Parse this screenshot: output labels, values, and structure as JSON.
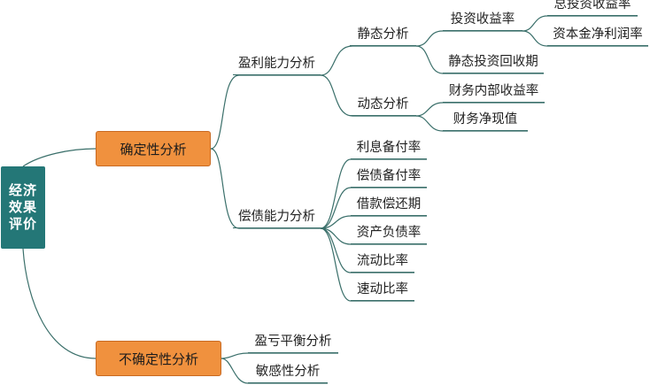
{
  "root": "经济效果评价",
  "branches": {
    "certain": "确定性分析",
    "uncertain": "不确定性分析"
  },
  "certain": {
    "profit": "盈利能力分析",
    "solvency": "偿债能力分析"
  },
  "profit": {
    "static": "静态分析",
    "dynamic": "动态分析"
  },
  "static": {
    "roi": "投资收益率",
    "payback": "静态投资回收期"
  },
  "roi": {
    "total": "总投资收益率",
    "equity": "资本金净利润率"
  },
  "dynamic": {
    "irr": "财务内部收益率",
    "npv": "财务净现值"
  },
  "solvency": {
    "interest_coverage": "利息备付率",
    "debt_service": "偿债备付率",
    "repayment_period": "借款偿还期",
    "asset_liability": "资产负债率",
    "current_ratio": "流动比率",
    "quick_ratio": "速动比率"
  },
  "uncertain": {
    "breakeven": "盈亏平衡分析",
    "sensitivity": "敏感性分析"
  }
}
